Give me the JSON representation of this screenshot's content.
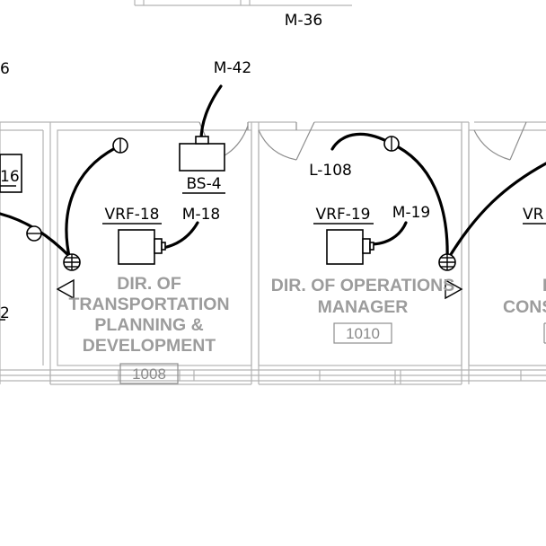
{
  "tags": {
    "m36": "M-36",
    "left_cut": "6",
    "m42": "M-42",
    "bs4": "BS-4",
    "left_box": "16",
    "left_bottom": "2",
    "vrf18": "VRF-18",
    "m18": "M-18",
    "l108": "L-108",
    "vrf19": "VRF-19",
    "m19": "M-19",
    "vrf_right_cut": "VR"
  },
  "rooms": {
    "room_1008": {
      "name_lines": [
        "DIR. OF",
        "TRANSPORTATION",
        "PLANNING &",
        "DEVELOPMENT"
      ],
      "number": "1008"
    },
    "room_1010": {
      "name_lines": [
        "DIR. OF OPERATIONS",
        "MANAGER"
      ],
      "number": "1010"
    },
    "room_right": {
      "name_lines": [
        "I",
        "CONS"
      ]
    }
  }
}
